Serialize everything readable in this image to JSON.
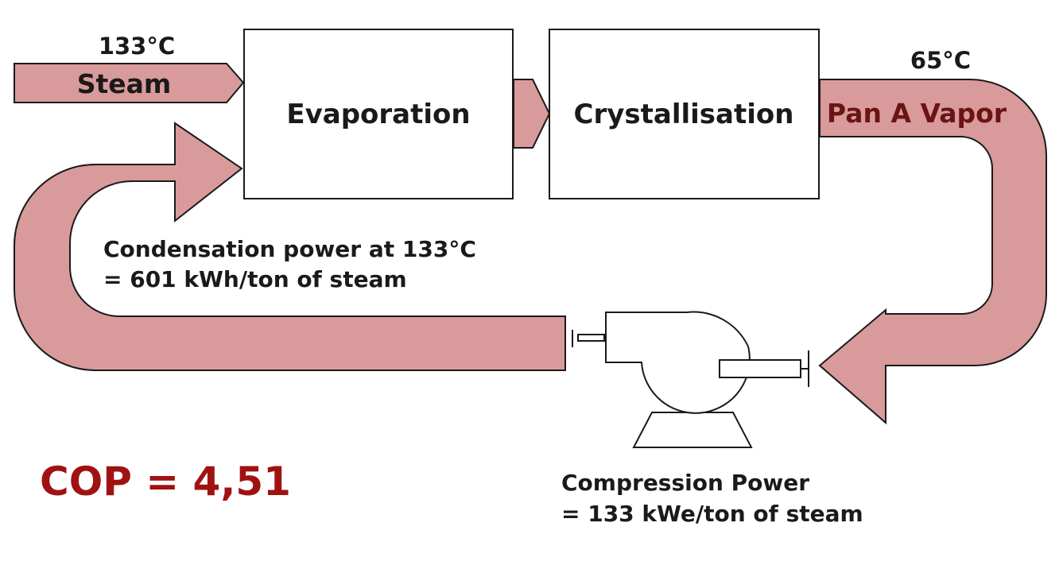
{
  "inlet": {
    "temperature": "133°C",
    "label": "Steam"
  },
  "process_boxes": [
    {
      "label": "Evaporation"
    },
    {
      "label": "Crystallisation"
    }
  ],
  "vapor": {
    "temperature": "65°C",
    "label": "Pan A Vapor"
  },
  "condensation": {
    "line1": "Condensation power at 133°C",
    "line2": "= 601 kWh/ton of steam"
  },
  "compression": {
    "line1": "Compression Power",
    "line2": "= 133 kWe/ton of steam"
  },
  "cop": "COP = 4,51",
  "colors": {
    "arrow_fill": "#d99a9b",
    "arrow_stroke": "#1a1a1a",
    "box_stroke": "#1a1a1a",
    "vapor_text": "#6b1414",
    "cop_text": "#a01212"
  }
}
